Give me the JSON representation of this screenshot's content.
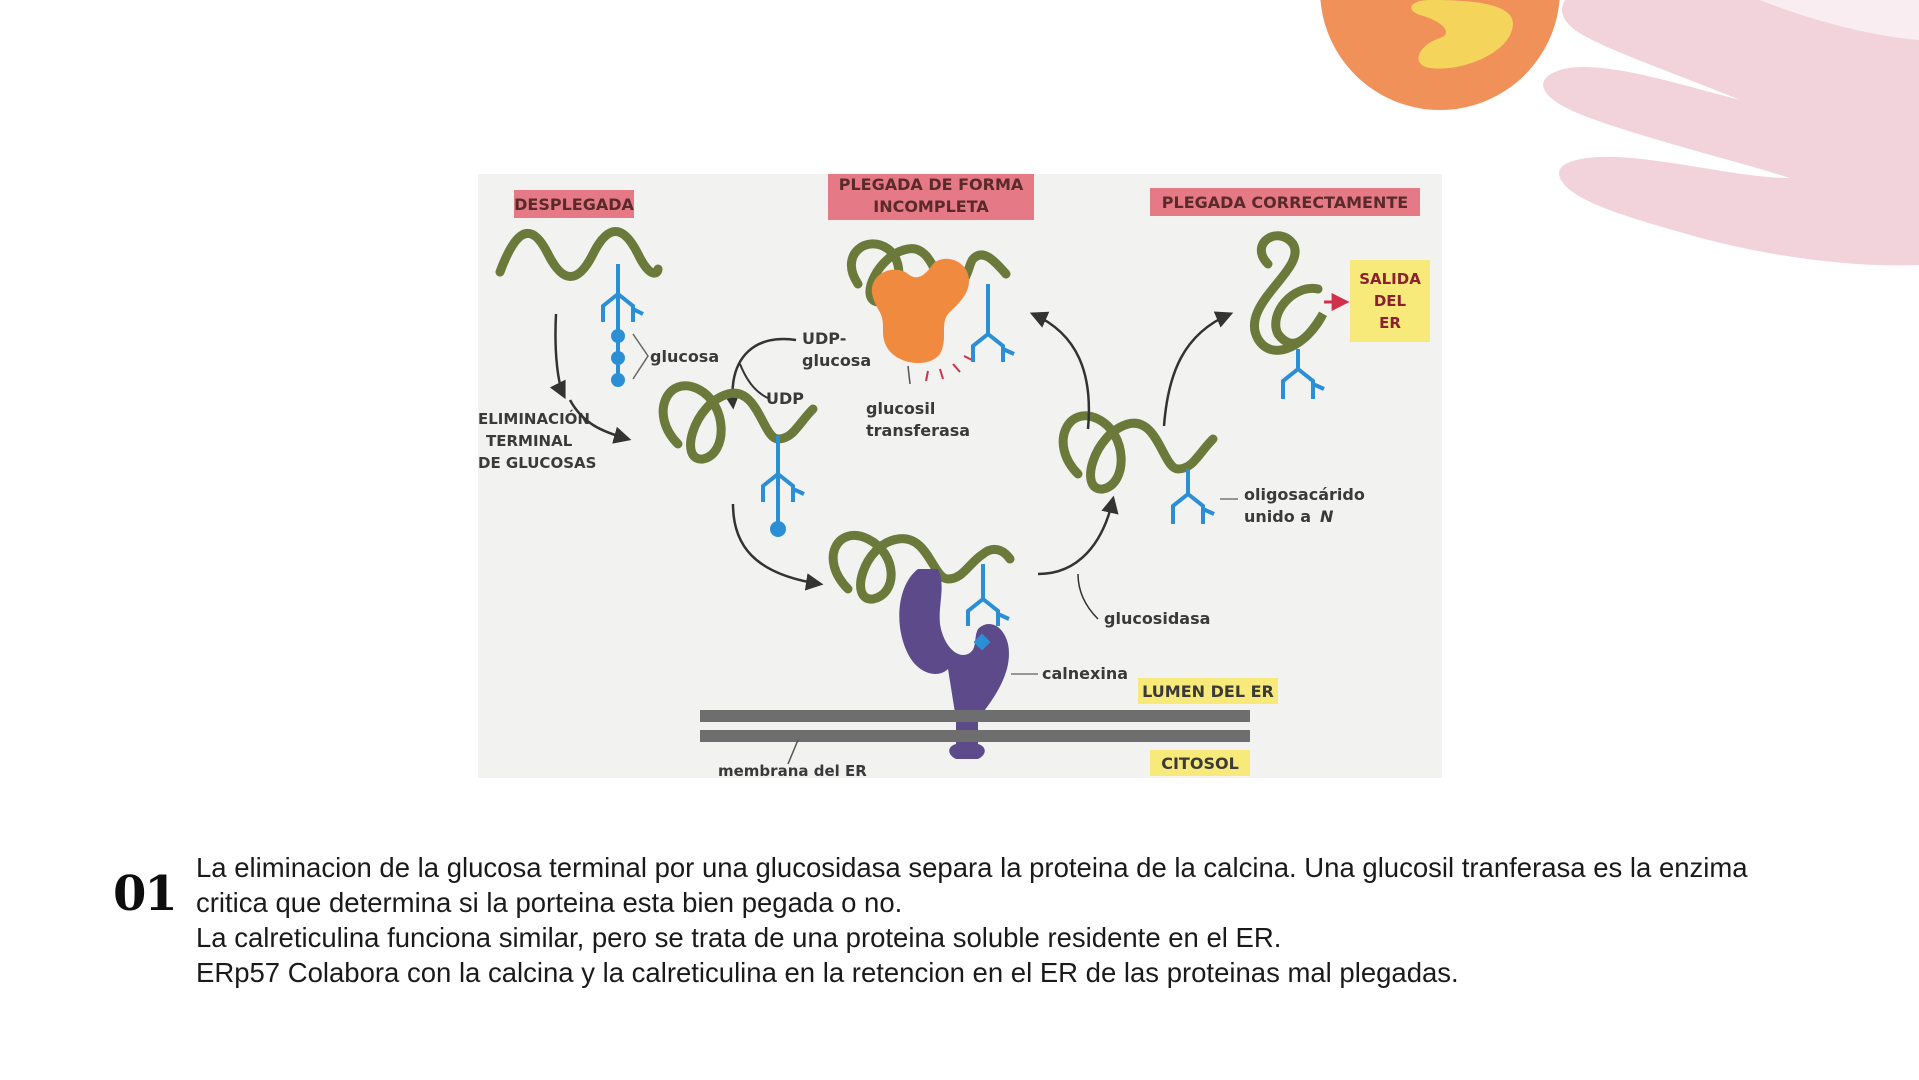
{
  "colors": {
    "orange_sun": "#F0915A",
    "yellow": "#F5D45C",
    "pink_deco": "#F2D3DC",
    "strand": "#6B7A3A",
    "glycan": "#2B8FD6",
    "enzyme_orange": "#F08A3E",
    "calnexin": "#5C4A8A",
    "membrane": "#6E6E6E",
    "pink_label": "#E57A86",
    "yellow_label": "#F7E97A"
  },
  "diagram": {
    "labels": {
      "unfolded": "DESPLEGADA",
      "incomplete_l1": "PLEGADA DE FORMA",
      "incomplete_l2": "INCOMPLETA",
      "correct": "PLEGADA CORRECTAMENTE",
      "exit_l1": "SALIDA",
      "exit_l2": "DEL",
      "exit_l3": "ER",
      "glucose": "glucosa",
      "udp_glucose_l1": "UDP-",
      "udp_glucose_l2": "glucosa",
      "udp": "UDP",
      "elim_l1": "ELIMINACIÓN",
      "elim_l2": "TERMINAL",
      "elim_l3": "DE GLUCOSAS",
      "transferase_l1": "glucosil",
      "transferase_l2": "transferasa",
      "oligo_l1": "oligosacárido",
      "oligo_l2": "unido a",
      "oligo_n": "N",
      "glucosidase": "glucosidasa",
      "calnexin": "calnexina",
      "lumen": "LUMEN DEL ER",
      "cytosol": "CITOSOL",
      "membrane": "membrana del ER"
    }
  },
  "slide": {
    "number": "01",
    "lines": [
      "La eliminacion de la glucosa terminal por una glucosidasa separa la proteina de la calcina. Una glucosil tranferasa es la enzima critica que determina si la porteina esta bien pegada o no.",
      "La calreticulina funciona similar, pero se trata de una proteina soluble residente en el ER.",
      "ERp57 Colabora con la calcina y la calreticulina en la retencion en el ER de las proteinas mal plegadas."
    ]
  }
}
